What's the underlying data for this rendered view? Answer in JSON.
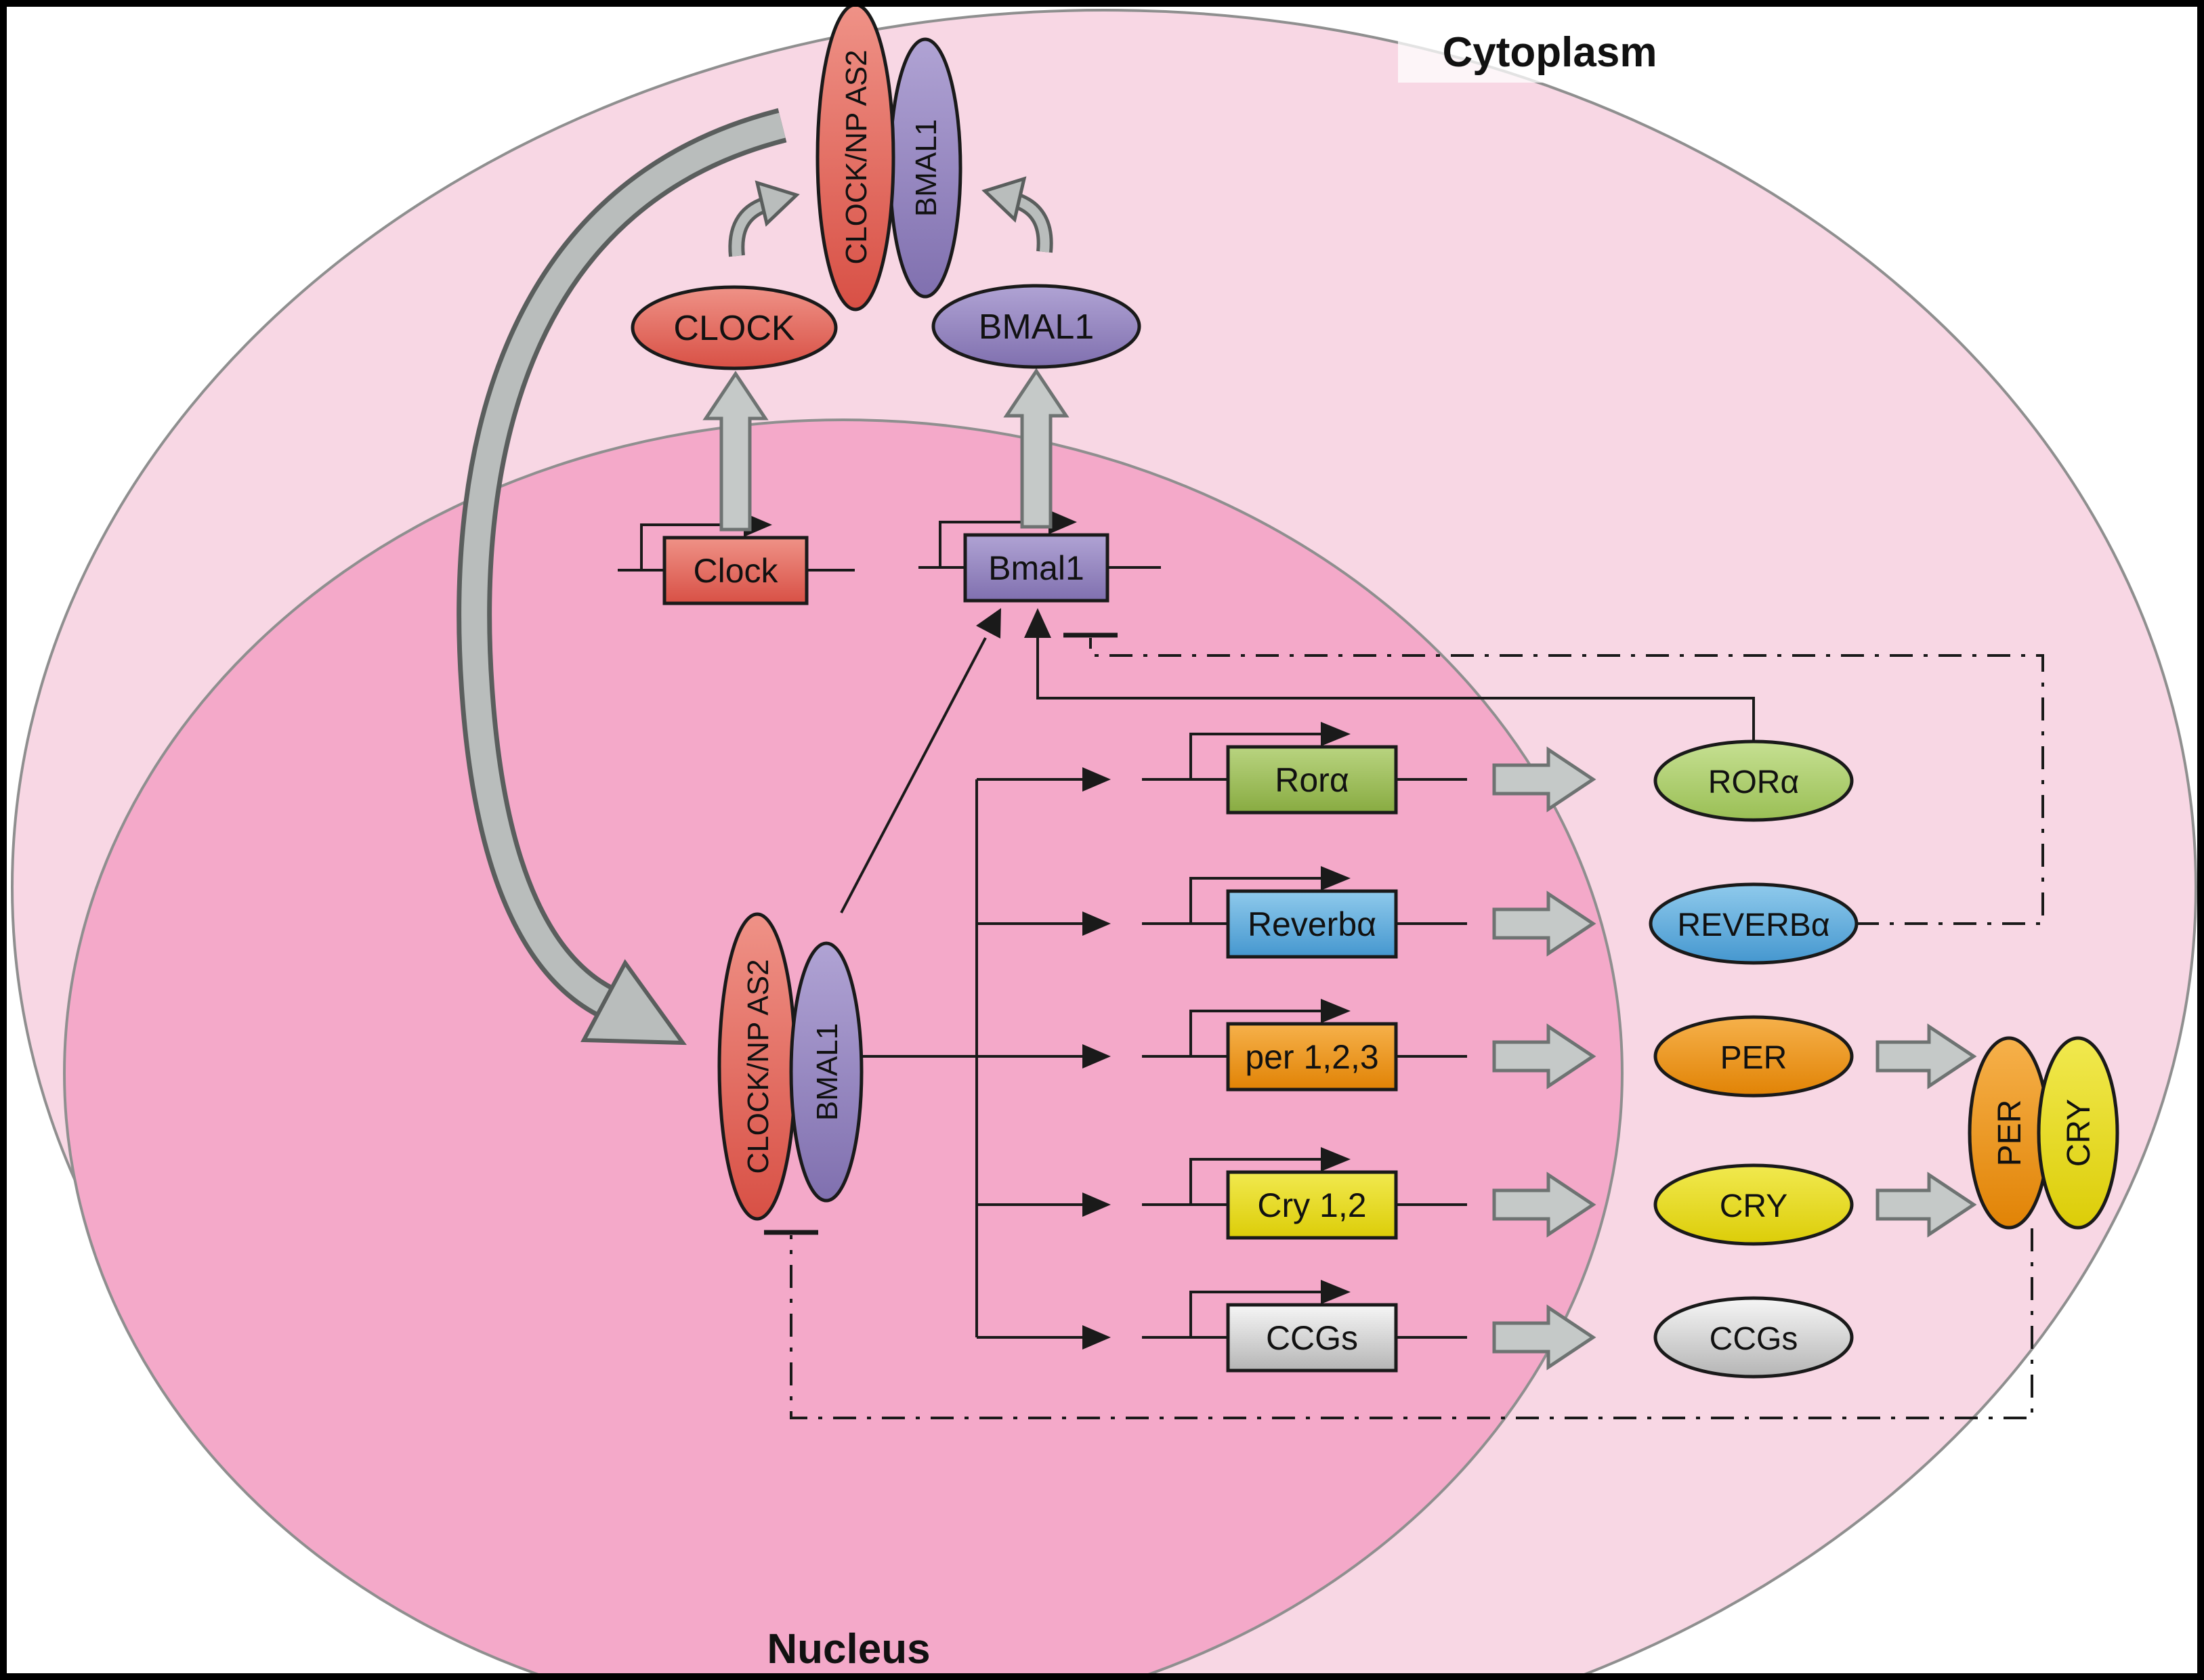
{
  "labels": {
    "cytoplasm": "Cytoplasm",
    "nucleus": "Nucleus"
  },
  "cytoplasm_complex": {
    "clock_np_as2": "CLOCK/NP AS2",
    "bmal1": "BMAL1"
  },
  "cytoplasm_proteins": {
    "clock": "CLOCK",
    "bmal1": "BMAL1"
  },
  "genes": {
    "clock": "Clock",
    "bmal1": "Bmal1",
    "rora": "Rorα",
    "reverba": "Reverbα",
    "per": "per 1,2,3",
    "cry": "Cry 1,2",
    "ccgs": "CCGs"
  },
  "nucleus_complex": {
    "clock_np_as2": "CLOCK/NP AS2",
    "bmal1": "BMAL1"
  },
  "nucleus_proteins": {
    "rora": "RORα",
    "reverba": "REVERBα",
    "per": "PER",
    "cry": "CRY",
    "ccgs": "CCGs"
  },
  "per_cry_complex": {
    "per": "PER",
    "cry": "CRY"
  },
  "colors": {
    "cytoplasm_fill": "#f8d7e4",
    "nucleus_fill": "#f4a9c9",
    "clock_red": "#e06158",
    "bmal1_purple": "#9181bd",
    "rora_green": "#9cbf5e",
    "reverba_blue": "#5aaede",
    "per_orange": "#eb9410",
    "cry_yellow": "#e5d90f",
    "ccgs_silver": "#d4d4d4",
    "arrow_gray": "#c5c9c8",
    "border": "#000000"
  }
}
